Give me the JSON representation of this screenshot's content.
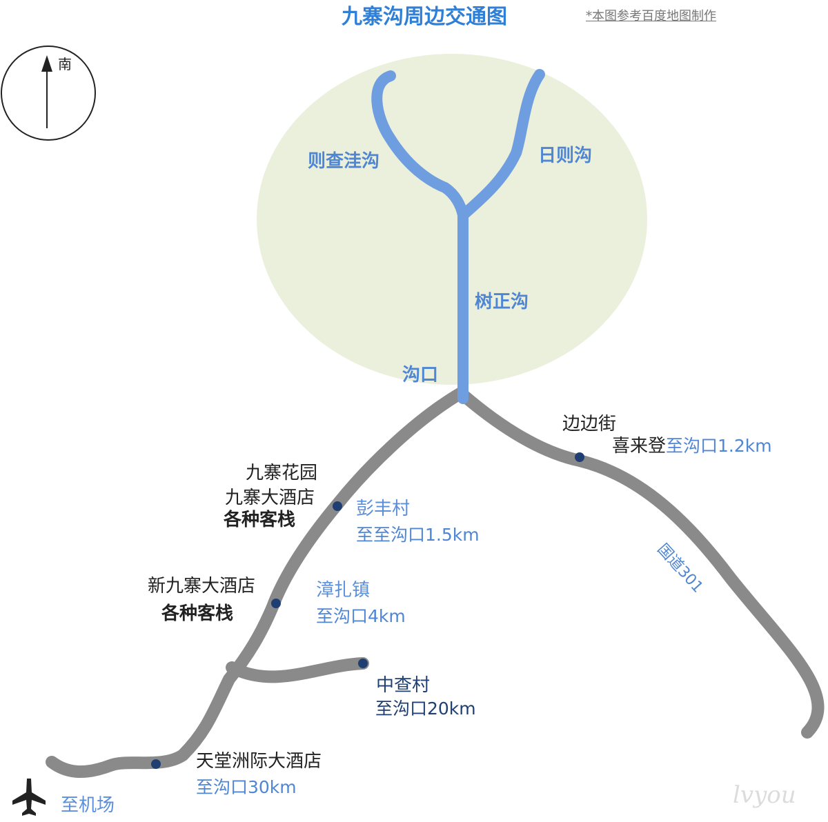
{
  "title": "九寨沟周边交通图",
  "note": "*本图参考百度地图制作",
  "compass": {
    "label": "南",
    "icon": "north-arrow-icon"
  },
  "valleys": {
    "zechawa": "则查洼沟",
    "rize": "日则沟",
    "shuzheng": "树正沟",
    "entrance": "沟口"
  },
  "places": {
    "bianbianjie": {
      "name": "边边街",
      "hotel": "喜来登",
      "distance": "至沟口1.2km"
    },
    "pengfeng": {
      "hotels": [
        "九寨花园",
        "九寨大酒店"
      ],
      "inns": "各种客栈",
      "name": "彭丰村",
      "distance": "至至沟口1.5km"
    },
    "zhangzha": {
      "hotel": "新九寨大酒店",
      "inns": "各种客栈",
      "name": "漳扎镇",
      "distance": "至沟口4km"
    },
    "zhongcha": {
      "name": "中查村",
      "distance": "至沟口20km"
    },
    "tiantang": {
      "hotel": "天堂洲际大酒店",
      "distance": "至沟口30km"
    },
    "airport": {
      "label": "至机场",
      "icon": "airplane-icon"
    }
  },
  "road_label": "国道301",
  "watermark": "lvyou",
  "colors": {
    "park_area": "#ebf0dc",
    "valley_line": "#6f9ee0",
    "road": "#8a8a8a",
    "marker": "#1f3f72",
    "accent": "#4f86d4"
  }
}
